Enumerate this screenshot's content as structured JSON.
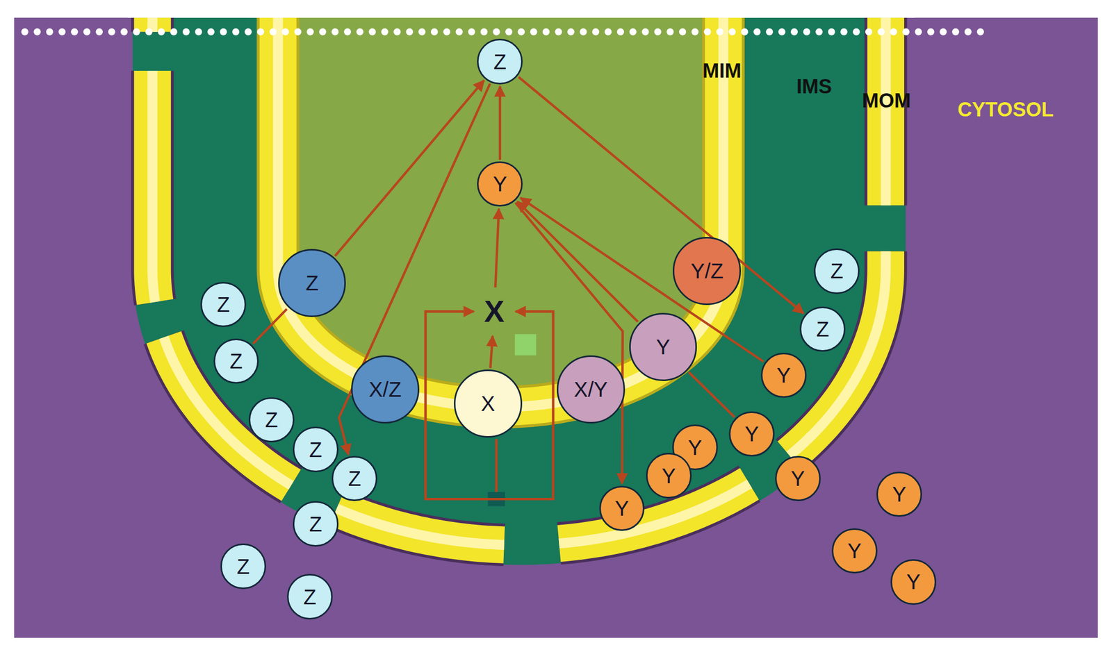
{
  "diagram": {
    "nodes": [
      {
        "text": [
          "Z"
        ]
      },
      {
        "text": [
          "Y"
        ]
      },
      {
        "text": [
          "Z"
        ]
      },
      {
        "text": [
          "Y/Z"
        ]
      },
      {
        "text": [
          "X"
        ]
      },
      {
        "text": [
          "Y"
        ]
      },
      {
        "text": [
          "X/Z"
        ]
      },
      {
        "text": [
          "X"
        ]
      },
      {
        "text": [
          "X/Y"
        ]
      },
      {
        "text": [
          "Z"
        ]
      },
      {
        "text": [
          "Z"
        ]
      },
      {
        "text": [
          "Z"
        ]
      },
      {
        "text": [
          "Z"
        ]
      },
      {
        "text": [
          "Z"
        ]
      },
      {
        "text": [
          "Z"
        ]
      },
      {
        "text": [
          "Z"
        ]
      },
      {
        "text": [
          "Z"
        ]
      },
      {
        "text": [
          "Z"
        ]
      },
      {
        "text": [
          "Z"
        ]
      },
      {
        "text": [
          "Y"
        ]
      },
      {
        "text": [
          "Y"
        ]
      },
      {
        "text": [
          "Y"
        ]
      },
      {
        "text": [
          "Y"
        ]
      },
      {
        "text": [
          "Y"
        ]
      },
      {
        "text": [
          "Y"
        ]
      },
      {
        "text": [
          "Y"
        ]
      },
      {
        "text": [
          "Y"
        ]
      },
      {
        "text": [
          "Y"
        ]
      }
    ],
    "edges": [
      {
        "from": 2,
        "to": 0,
        "arrow": "to"
      },
      {
        "from": 0,
        "to": 15,
        "arrow": "to"
      },
      {
        "from": 12,
        "to": 2,
        "arrow": "none"
      },
      {
        "from": 1,
        "to": 0,
        "arrow": "to"
      },
      {
        "from": 4,
        "to": 1,
        "arrow": "to"
      },
      {
        "from": 7,
        "to": 4,
        "arrow": "to"
      },
      {
        "from": 1,
        "to": 25,
        "arrow": "to"
      },
      {
        "from": 5,
        "to": 1,
        "arrow": "to"
      },
      {
        "from": 19,
        "to": 1,
        "arrow": "to"
      },
      {
        "from": 20,
        "to": 5,
        "arrow": "none"
      },
      {
        "from": 0,
        "to": 11,
        "arrow": "to"
      }
    ],
    "labels": [
      "MIM",
      "IMS",
      "MOM",
      "CYTOSOL"
    ]
  }
}
